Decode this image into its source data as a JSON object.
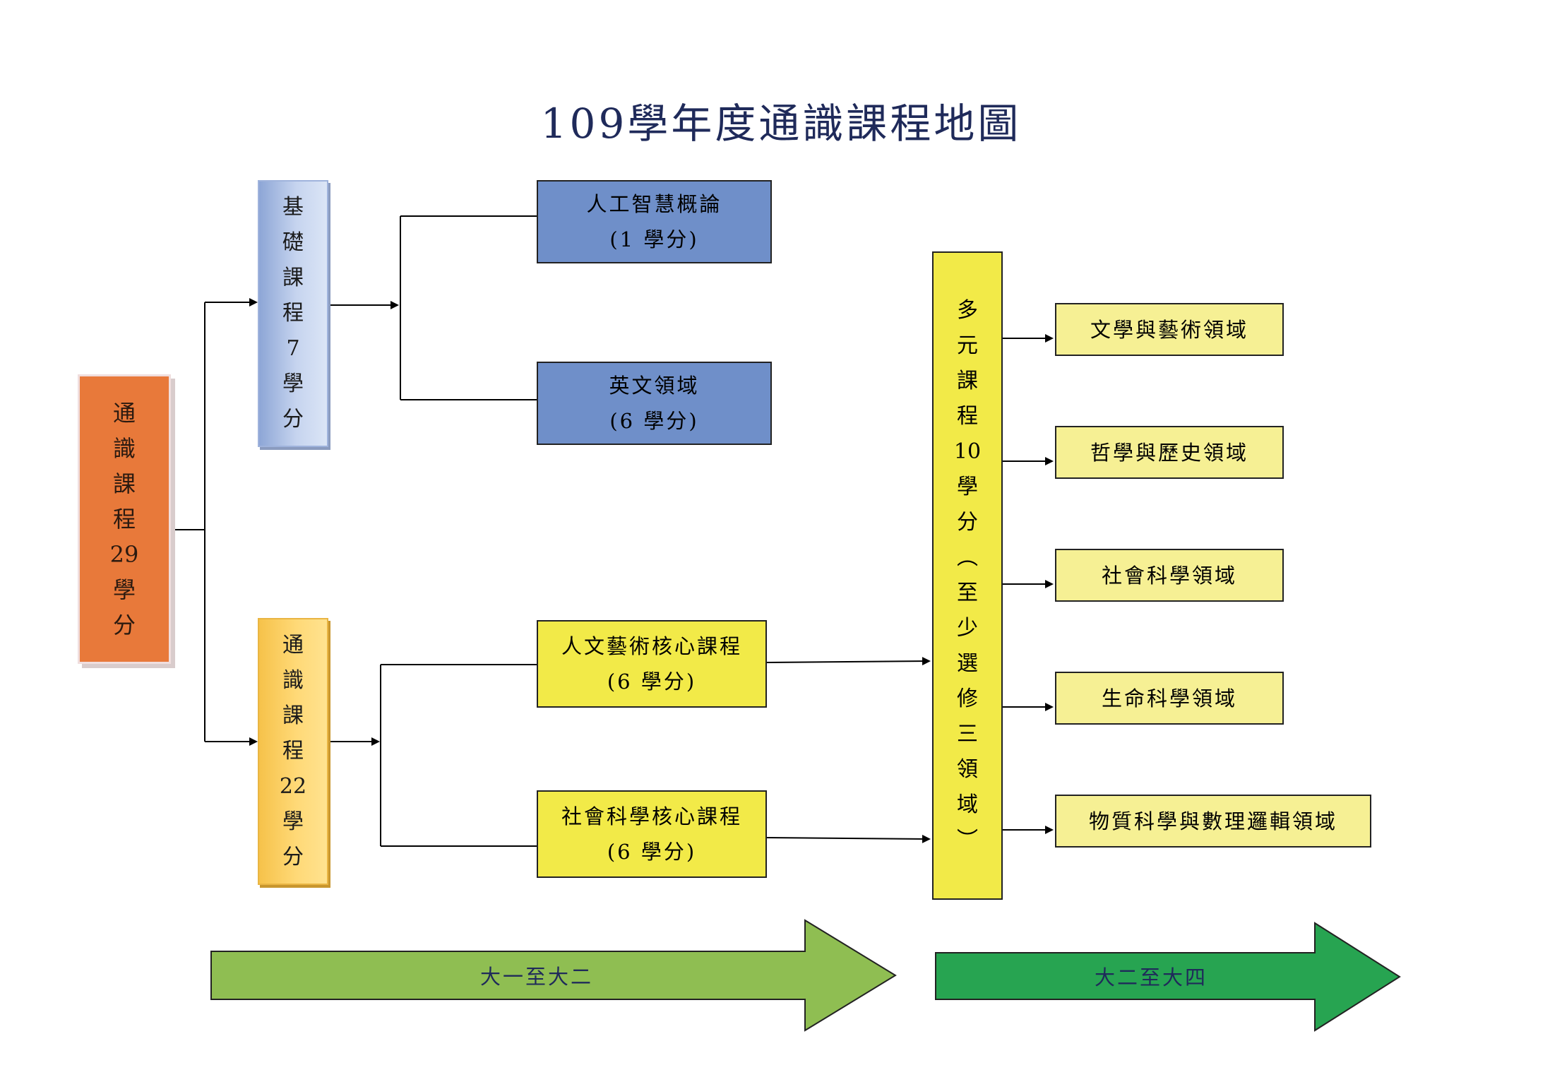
{
  "title": "109學年度通識課程地圖",
  "root": {
    "chars": [
      "通",
      "識",
      "課",
      "程",
      "29",
      "學",
      "分"
    ]
  },
  "basic": {
    "chars": [
      "基",
      "礎",
      "課",
      "程",
      "7",
      "學",
      "分"
    ]
  },
  "general": {
    "chars": [
      "通",
      "識",
      "課",
      "程",
      "22",
      "學",
      "分"
    ]
  },
  "multi": {
    "chars": [
      "多",
      "元",
      "課",
      "程",
      "10",
      "學",
      "分",
      "︵",
      "至",
      "少",
      "選",
      "修",
      "三",
      "領",
      "域",
      "︶"
    ]
  },
  "courses": {
    "ai": {
      "line1": "人工智慧概論",
      "line2": "(1 學分)"
    },
    "english": {
      "line1": "英文領域",
      "line2": "(6 學分)"
    },
    "humanities": {
      "line1": "人文藝術核心課程",
      "line2": "(6 學分)"
    },
    "social": {
      "line1": "社會科學核心課程",
      "line2": "(6 學分)"
    }
  },
  "domains": [
    "文學與藝術領域",
    "哲學與歷史領域",
    "社會科學領域",
    "生命科學領域",
    "物質科學與數理邏輯領域"
  ],
  "timeline": {
    "first": "大一至大二",
    "second": "大二至大四"
  },
  "colors": {
    "root": "#e8793a",
    "basic": "#b8c9ea",
    "general": "#ffd460",
    "course_blue": "#6f8fc9",
    "course_yellow": "#f2ea48",
    "domain": "#f6f094",
    "arrow_light_green": "#8fbe52",
    "arrow_dark_green": "#27a451",
    "title": "#1f2a5a"
  }
}
